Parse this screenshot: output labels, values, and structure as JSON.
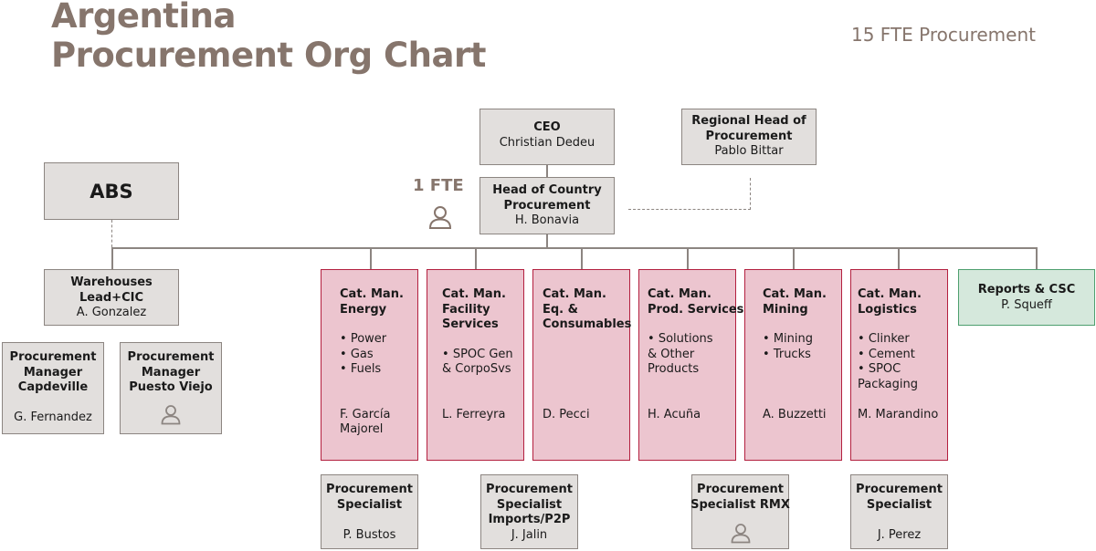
{
  "title": {
    "line1": "Argentina",
    "line2": "Procurement Org Chart"
  },
  "fte_total": "15 FTE Procurement",
  "fte_one": "1 FTE",
  "ceo": {
    "role": "CEO",
    "name": "Christian Dedeu"
  },
  "regional": {
    "role_line1": "Regional Head of",
    "role_line2": "Procurement",
    "name": "Pablo Bittar"
  },
  "head_country": {
    "role_line1": "Head of Country",
    "role_line2": "Procurement",
    "name": "H. Bonavia"
  },
  "abs": {
    "label": "ABS"
  },
  "warehouses": {
    "role_line1": "Warehouses",
    "role_line2": "Lead+CIC",
    "name": "A. Gonzalez"
  },
  "pm_capdeville": {
    "line1": "Procurement",
    "line2": "Manager",
    "line3": "Capdeville",
    "name": "G. Fernandez"
  },
  "pm_puesto": {
    "line1": "Procurement",
    "line2": "Manager",
    "line3": "Puesto Viejo"
  },
  "cat_energy": {
    "l1": "Cat. Man.",
    "l2": "Energy",
    "b1": "Power",
    "b2": "Gas",
    "b3": "Fuels",
    "n1": "F. García",
    "n2": "Majorel"
  },
  "cat_facility": {
    "l1": "Cat. Man.",
    "l2": "Facility",
    "l3": "Services",
    "b1": "SPOC Gen",
    "b1b": "& CorpoSvs",
    "n1": "L. Ferreyra"
  },
  "cat_eq": {
    "l1": "Cat. Man.",
    "l2": "Eq. &",
    "l3": "Consumables",
    "n1": "D. Pecci"
  },
  "cat_prod": {
    "l1": "Cat. Man.",
    "l2": "Prod. Services",
    "b1": "Solutions",
    "b1b": "& Other",
    "b1c": "Products",
    "n1": "H. Acuña"
  },
  "cat_mining": {
    "l1": "Cat. Man.",
    "l2": "Mining",
    "b1": "Mining",
    "b2": "Trucks",
    "n1": "A. Buzzetti"
  },
  "cat_logistics": {
    "l1": "Cat. Man.",
    "l2": "Logistics",
    "b1": "Clinker",
    "b2": "Cement",
    "b3": "SPOC",
    "b3b": "Packaging",
    "n1": "M. Marandino"
  },
  "reports": {
    "role": "Reports & CSC",
    "name": "P. Squeff"
  },
  "spec_bustos": {
    "line1": "Procurement",
    "line2": "Specialist",
    "name": "P. Bustos"
  },
  "spec_jalin": {
    "line1": "Procurement",
    "line2": "Specialist",
    "line3": "Imports/P2P",
    "name": "J. Jalin"
  },
  "spec_rmx": {
    "line1": "Procurement",
    "line2": "Specialist RMX"
  },
  "spec_perez": {
    "line1": "Procurement",
    "line2": "Specialist",
    "name": "J. Perez"
  },
  "colors": {
    "title": "#86756c",
    "grey_box": "#e2dfdd",
    "pink_box": "#ecc5cf",
    "pink_border": "#b3203f",
    "green_box": "#d5e8dc",
    "green_border": "#4d9f6e"
  }
}
